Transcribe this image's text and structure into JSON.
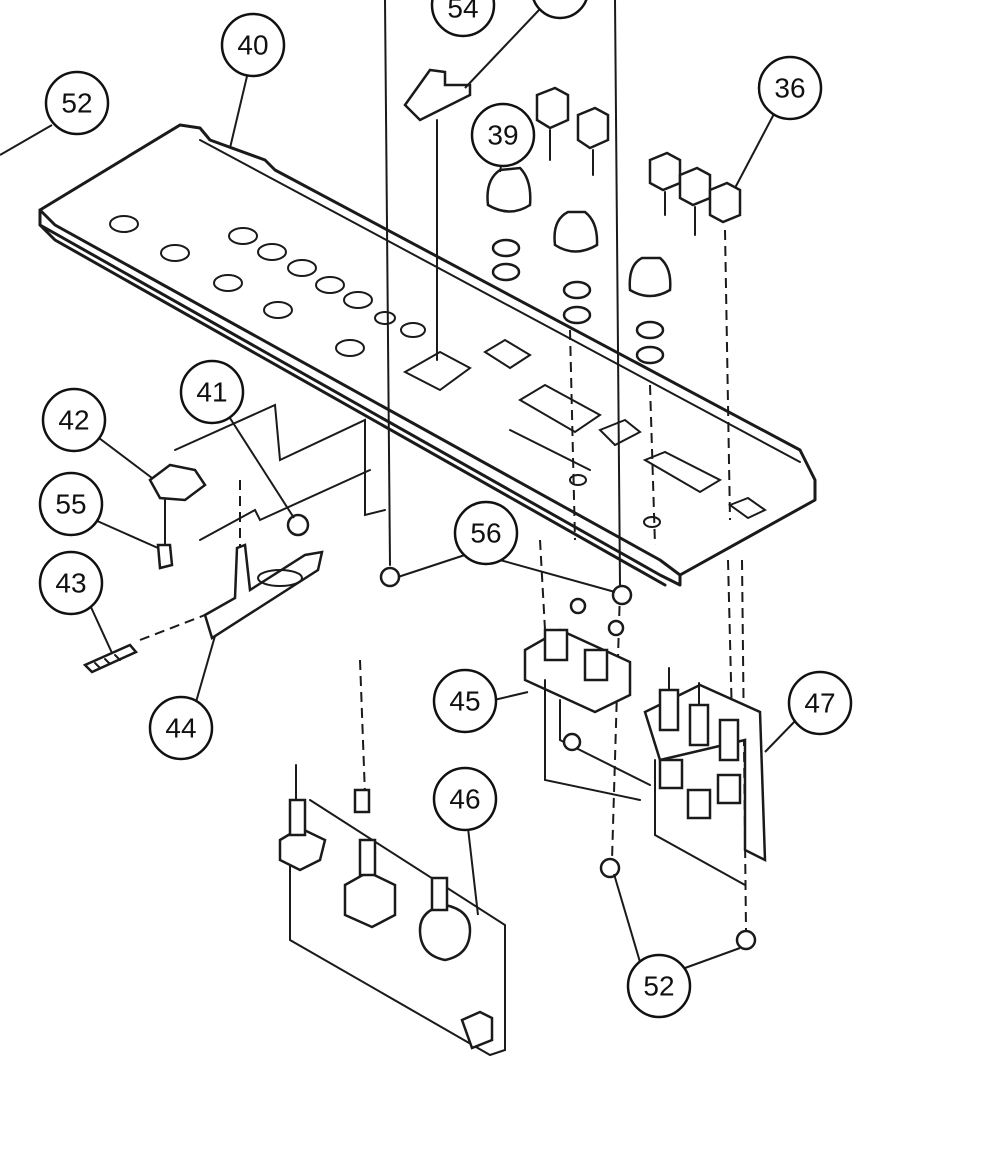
{
  "callouts": {
    "c54": "54",
    "c40": "40",
    "c52_top": "52",
    "c36": "36",
    "c39": "39",
    "c41": "41",
    "c42": "42",
    "c55": "55",
    "c56": "56",
    "c43": "43",
    "c44": "44",
    "c45": "45",
    "c47": "47",
    "c46": "46",
    "c52_bottom": "52"
  }
}
